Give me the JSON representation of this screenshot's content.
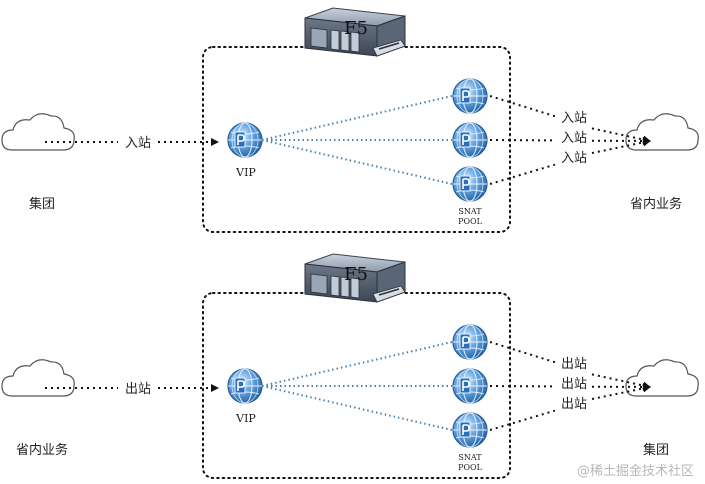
{
  "panels": [
    {
      "device_label": "F5",
      "vip_label": "VIP",
      "pool_label_line1": "SNAT",
      "pool_label_line2": "POOL",
      "left_cloud_label": "集团",
      "right_cloud_label": "省内业务",
      "left_arrow_label": "入站",
      "right_labels": [
        "入站",
        "入站",
        "入站"
      ]
    },
    {
      "device_label": "F5",
      "vip_label": "VIP",
      "pool_label_line1": "SNAT",
      "pool_label_line2": "POOL",
      "left_cloud_label": "省内业务",
      "right_cloud_label": "集团",
      "left_arrow_label": "出站",
      "right_labels": [
        "出站",
        "出站",
        "出站"
      ]
    }
  ],
  "watermark": "@稀土掘金技术社区",
  "colors": {
    "globe_fill": "#2a78c6",
    "globe_light": "#7fb7ea",
    "link_blue": "#4a7fa8",
    "device_body": "#8a97a8",
    "device_dark": "#3a4350"
  }
}
